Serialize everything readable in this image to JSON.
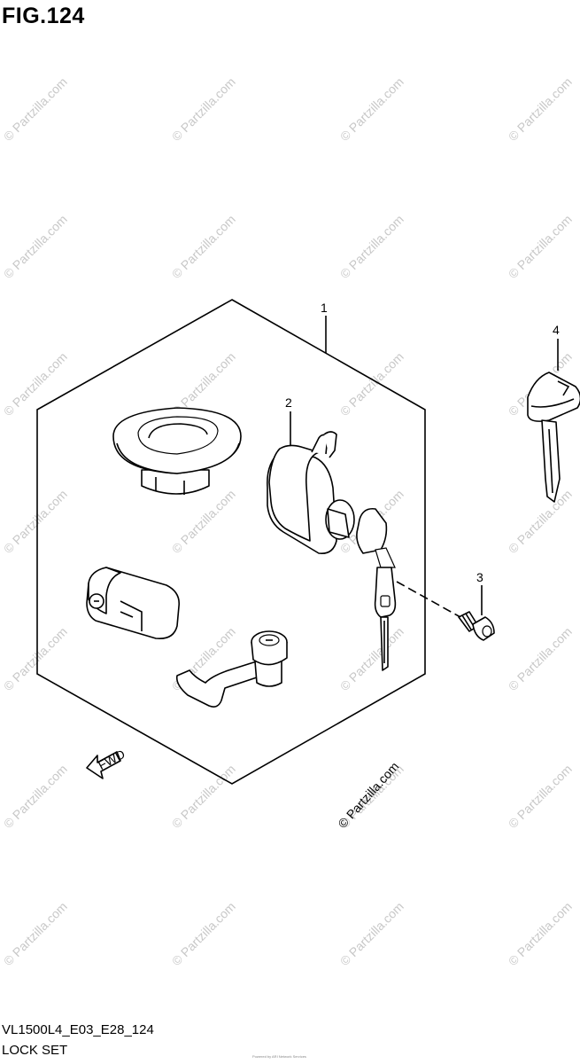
{
  "figure": {
    "title": "FIG.124",
    "model_code": "VL1500L4_E03_E28_124",
    "section_name": "LOCK SET"
  },
  "watermark": {
    "text": "© Partzilla.com"
  },
  "copyright_label": "© Partzilla.com",
  "callouts": [
    "1",
    "2",
    "3",
    "4"
  ],
  "fwd_label": "FWD",
  "footer_credit": "Powered by ARI Network Services"
}
